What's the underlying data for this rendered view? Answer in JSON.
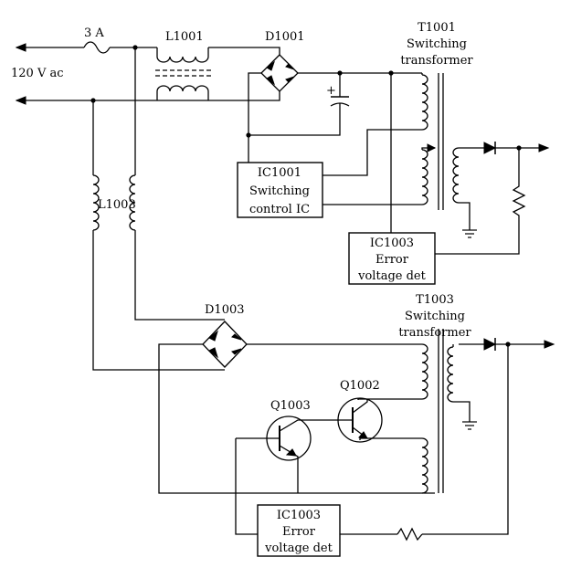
{
  "labels": {
    "fuse": "3 A",
    "input": "120 V ac",
    "l1001": "L1001",
    "d1001": "D1001",
    "t1001_name": "T1001",
    "t1001_line1": "Switching",
    "t1001_line2": "transformer",
    "ic1001_line1": "IC1001",
    "ic1001_line2": "Switching",
    "ic1001_line3": "control IC",
    "ic1003a_line1": "IC1003",
    "ic1003a_line2": "Error",
    "ic1003a_line3": "voltage det",
    "l1003": "L1003",
    "d1003": "D1003",
    "t1003_name": "T1003",
    "t1003_line1": "Switching",
    "t1003_line2": "transformer",
    "q1002": "Q1002",
    "q1003": "Q1003",
    "ic1003b_line1": "IC1003",
    "ic1003b_line2": "Error",
    "ic1003b_line3": "voltage det",
    "cap_plus": "+"
  }
}
